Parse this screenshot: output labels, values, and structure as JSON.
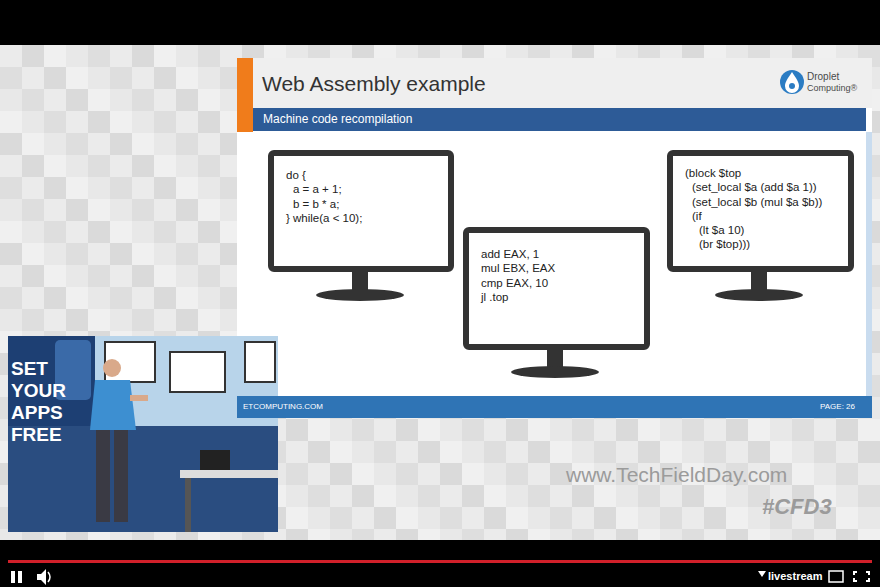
{
  "diagram": {
    "title": "Web Assembly example",
    "nodes": [
      {
        "text": [
          "Machine code recompilation"
        ]
      },
      {
        "text": [
          "do {",
          "a = a + 1;",
          "b = b * a;",
          "} while(a < 10);"
        ]
      },
      {
        "text": [
          "add EAX, 1",
          "mul EBX, EAX",
          "cmp EAX, 10",
          "jl .top"
        ]
      },
      {
        "text": [
          "(block $top",
          "(set_local $a (add $a 1))",
          "(set_local $b (mul $a $b))",
          "(if",
          "(lt $a 10)",
          "(br $top)))"
        ]
      }
    ],
    "labels": [
      "Droplet",
      "Computing®",
      "ETCOMPUTING.COM",
      "PAGE: 26",
      "www.TechFieldDay.com",
      "#CFD3",
      "livestream",
      "SET",
      "YOUR",
      "APPS",
      "FREE"
    ]
  }
}
